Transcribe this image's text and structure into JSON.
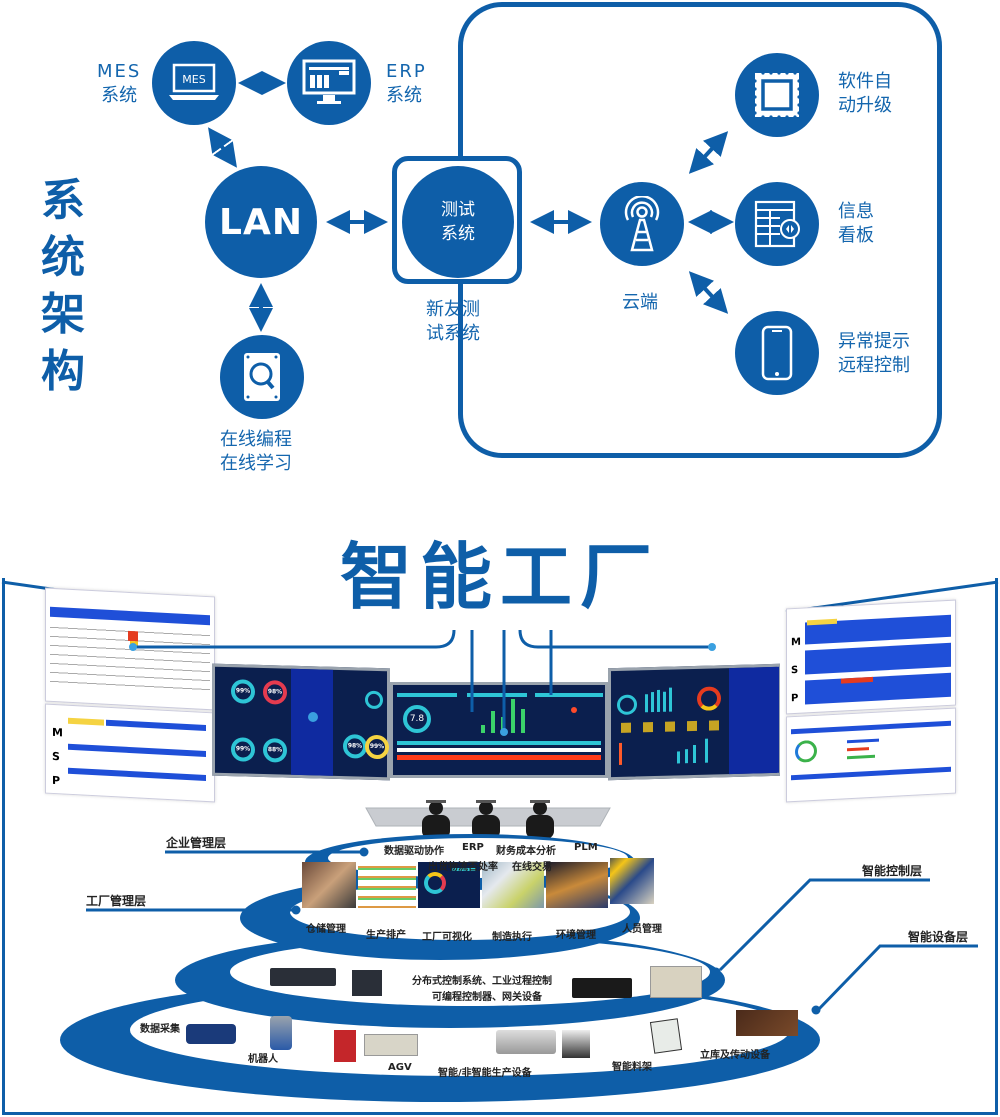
{
  "colors": {
    "brand_blue": "#0e5ea8",
    "screen_navy": "#0b1f4e",
    "accent_cyan": "#2ec5d6"
  },
  "architecture": {
    "title": "系统架构",
    "nodes": {
      "mes": {
        "label_line1": "MES",
        "label_line2": "系统",
        "icon": "laptop-mes-icon",
        "icon_text": "MES"
      },
      "erp": {
        "label_line1": "ERP",
        "label_line2": "系统",
        "icon": "monitor-dashboard-icon"
      },
      "lan": {
        "label": "LAN"
      },
      "online": {
        "label_line1": "在线编程",
        "label_line2": "在线学习",
        "icon": "disk-search-icon"
      },
      "test_system": {
        "inner_line1": "测试",
        "inner_line2": "系统",
        "caption_line1": "新友测",
        "caption_line2": "试系统"
      },
      "cloud": {
        "label": "云端",
        "icon": "antenna-tower-icon"
      },
      "software_upgrade": {
        "label_line1": "软件自",
        "label_line2": "动升级",
        "icon": "chip-icon"
      },
      "info_board": {
        "label_line1": "信息",
        "label_line2": "看板",
        "icon": "board-icon"
      },
      "alert_remote": {
        "label_line1": "异常提示",
        "label_line2": "远程控制",
        "icon": "smartphone-icon"
      }
    }
  },
  "factory": {
    "title": "智能工厂",
    "layers": {
      "enterprise": {
        "label": "企业管理层",
        "items_row1": [
          "数据驱动协作",
          "ERP",
          "财务成本分析",
          "PLM"
        ],
        "items_row2": [
          "出货物流否处率",
          "在线交易"
        ]
      },
      "factory_mgmt": {
        "label": "工厂管理层",
        "items": [
          "仓储管理",
          "生产排产",
          "工厂可视化",
          "制造执行",
          "环境管理",
          "人员管理"
        ]
      },
      "control": {
        "label": "智能控制层",
        "items_row1": "分布式控制系统、工业过程控制",
        "items_row2": "可编程控制器、网关设备"
      },
      "device": {
        "label": "智能设备层",
        "items": [
          "数据采集",
          "机器人",
          "AGV",
          "智能/非智能生产设备",
          "智能料架",
          "立库及传动设备"
        ]
      }
    },
    "screen_center_value": "7.8",
    "gauge_values": [
      "99%",
      "98%",
      "99%",
      "88%",
      "98%",
      "99%"
    ]
  }
}
